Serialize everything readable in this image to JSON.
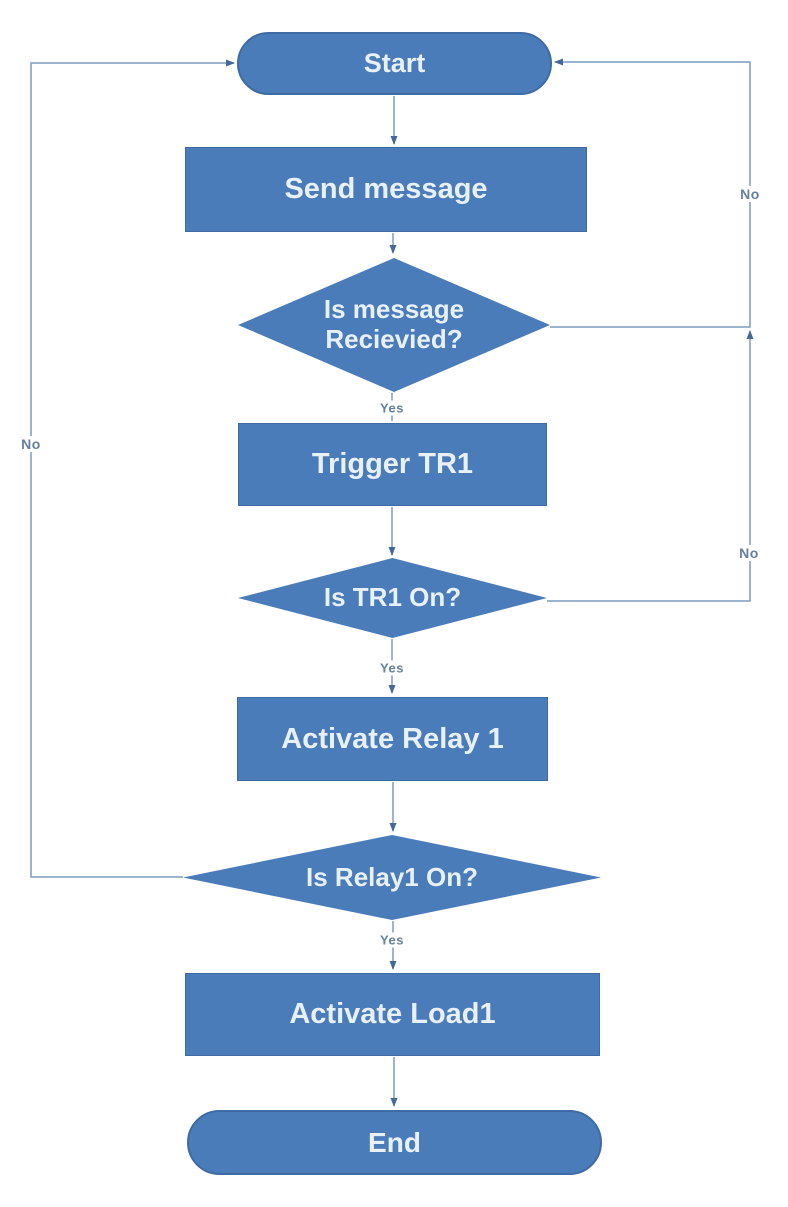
{
  "diagram": {
    "nodes": {
      "start": {
        "label": "Start",
        "type": "terminator"
      },
      "send_message": {
        "label": "Send message",
        "type": "process"
      },
      "is_message_received": {
        "label": "Is message Recievied?",
        "type": "decision"
      },
      "trigger_tr1": {
        "label": "Trigger TR1",
        "type": "process"
      },
      "is_tr1_on": {
        "label": "Is TR1 On?",
        "type": "decision"
      },
      "activate_relay1": {
        "label": "Activate Relay 1",
        "type": "process"
      },
      "is_relay1_on": {
        "label": "Is Relay1 On?",
        "type": "decision"
      },
      "activate_load1": {
        "label": "Activate Load1",
        "type": "process"
      },
      "end": {
        "label": "End",
        "type": "terminator"
      }
    },
    "edge_labels": {
      "message_yes": "Yes",
      "tr1_yes": "Yes",
      "relay1_yes": "Yes",
      "message_no": "No",
      "tr1_no": "No",
      "relay1_no": "No"
    },
    "colors": {
      "shape_fill": "#4a7cb9",
      "shape_border": "#3e6ba3",
      "shape_text": "#e8f0f9",
      "connector_line": "#7d9bc1",
      "arrowhead": "#45689b",
      "edge_label_text": "#63809f",
      "background": "#ffffff"
    }
  }
}
